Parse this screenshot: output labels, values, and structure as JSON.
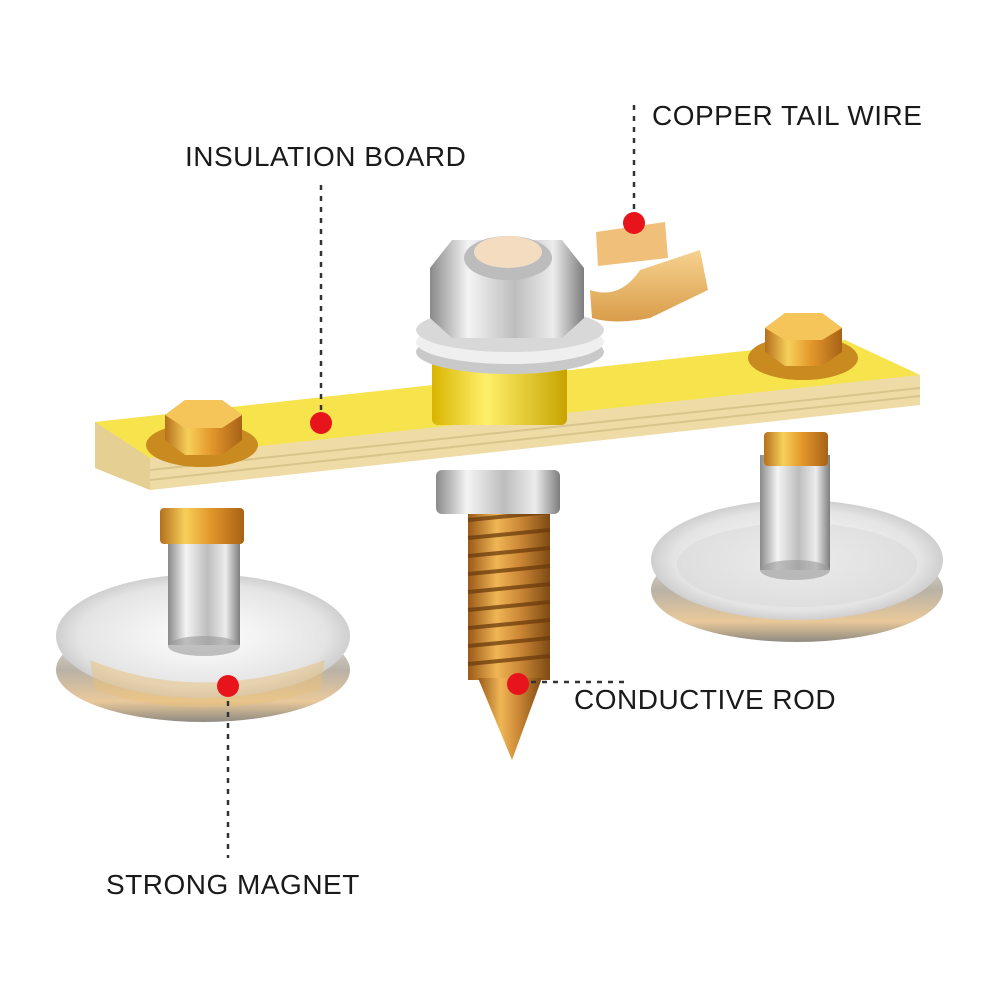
{
  "labels": {
    "copper_tail_wire": "COPPER TAIL WIRE",
    "insulation_board": "INSULATION BOARD",
    "conductive_rod": "CONDUCTIVE ROD",
    "strong_magnet": "STRONG MAGNET"
  },
  "colors": {
    "marker": "#e8141c",
    "leader_line": "#333333",
    "board_face": "#f7e44d",
    "board_edge": "#f1ddb0",
    "brass": "#e0a22a",
    "steel": "#d9d9d9"
  }
}
